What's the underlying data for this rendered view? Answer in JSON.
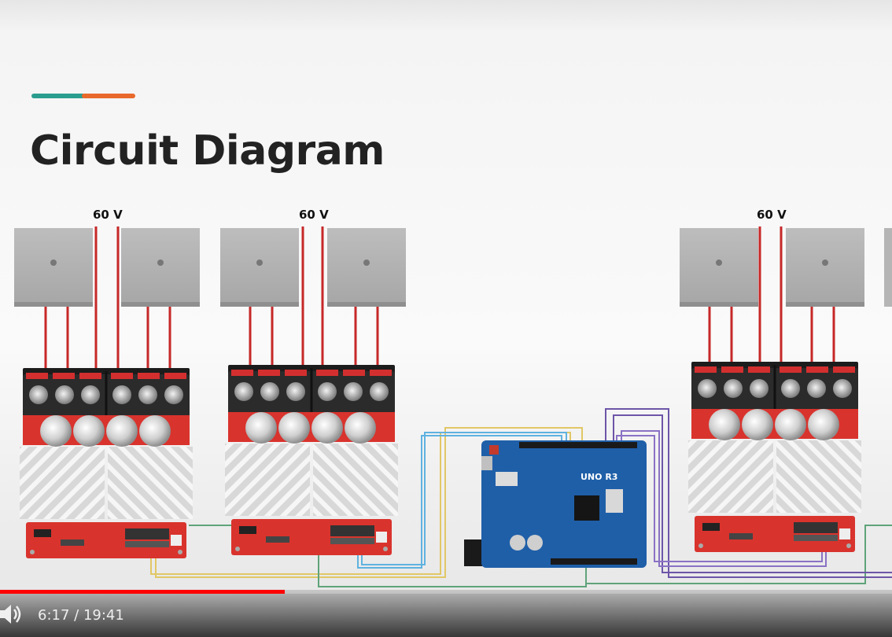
{
  "slide": {
    "title": "Circuit Diagram",
    "accent_colors": [
      "#2a9d8f",
      "#e9692c"
    ]
  },
  "circuit": {
    "voltage_labels": [
      "60 V",
      "60 V",
      "60 V"
    ],
    "arduino_label": "UNO R3",
    "wire_colors": {
      "power": "#c62828",
      "yellow": "#e1c766",
      "blue": "#5fb2e0",
      "green": "#5fa37a",
      "purple": "#6d55a8"
    },
    "icons": [
      "dc-motor-icon",
      "motor-driver-board-icon",
      "arduino-uno-icon"
    ]
  },
  "player": {
    "current_time": "6:17",
    "separator": " / ",
    "duration": "19:41",
    "progress": 0.3195,
    "progress_color": "#ff0000",
    "volume_icon": "volume-icon"
  }
}
